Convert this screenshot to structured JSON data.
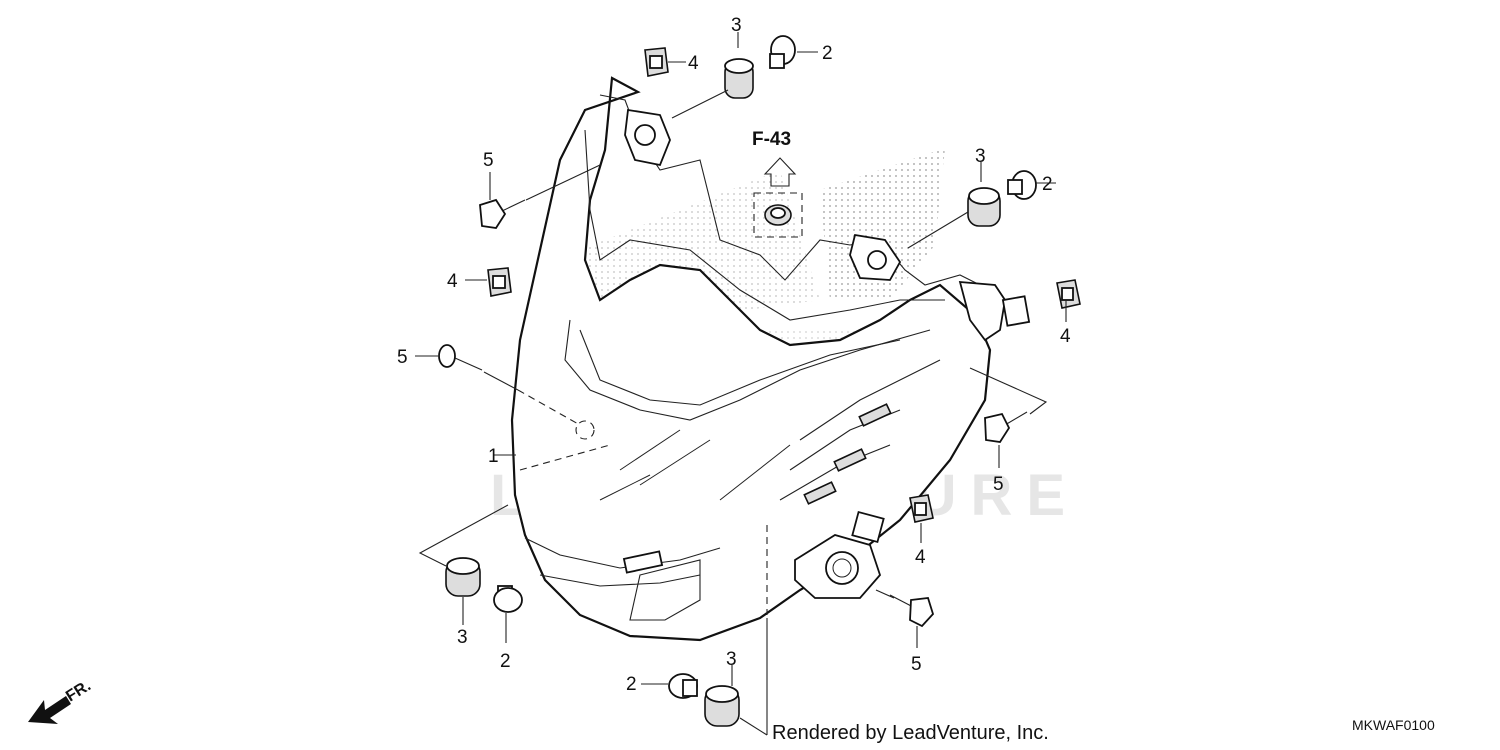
{
  "callouts": {
    "c1": "1",
    "c2a": "2",
    "c2b": "2",
    "c2c": "2",
    "c2d": "2",
    "c3a": "3",
    "c3b": "3",
    "c3c": "3",
    "c3d": "3",
    "c4a": "4",
    "c4b": "4",
    "c4c": "4",
    "c4d": "4",
    "c5a": "5",
    "c5b": "5",
    "c5c": "5",
    "c5d": "5"
  },
  "reference": "F-43",
  "watermark": "LEADVENTURE",
  "credit": "Rendered by LeadVenture, Inc.",
  "diagram_code": "MKWAF0100",
  "front_marker": "FR."
}
